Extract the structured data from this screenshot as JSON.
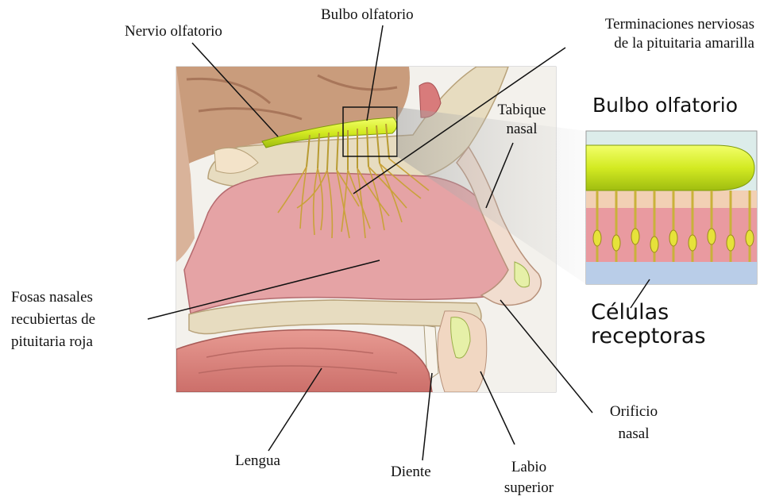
{
  "labels": {
    "nervio_olfatorio": "Nervio olfatorio",
    "bulbo_olfatorio": "Bulbo olfatorio",
    "terminaciones_1": "Terminaciones nerviosas",
    "terminaciones_2": "de la pituitaria amarilla",
    "tabique_1": "Tabique",
    "tabique_2": "nasal",
    "fosas_1": "Fosas nasales",
    "fosas_2": "recubiertas de",
    "fosas_3": "pituitaria roja",
    "lengua": "Lengua",
    "diente": "Diente",
    "labio_1": "Labio",
    "labio_2": "superior",
    "orificio_1": "Orificio",
    "orificio_2": "nasal"
  },
  "inset_labels": {
    "bulbo": "Bulbo olfatorio",
    "celulas_1": "Células",
    "celulas_2": "receptoras"
  },
  "colors": {
    "bulb_yellow": "#d8ef2a",
    "nerve_gold": "#c9a23a",
    "cavity_pink": "#e5a3a5",
    "bone_cream": "#e7dcc0",
    "brain_tan": "#c99c7c",
    "tongue_red": "#d9857f"
  }
}
